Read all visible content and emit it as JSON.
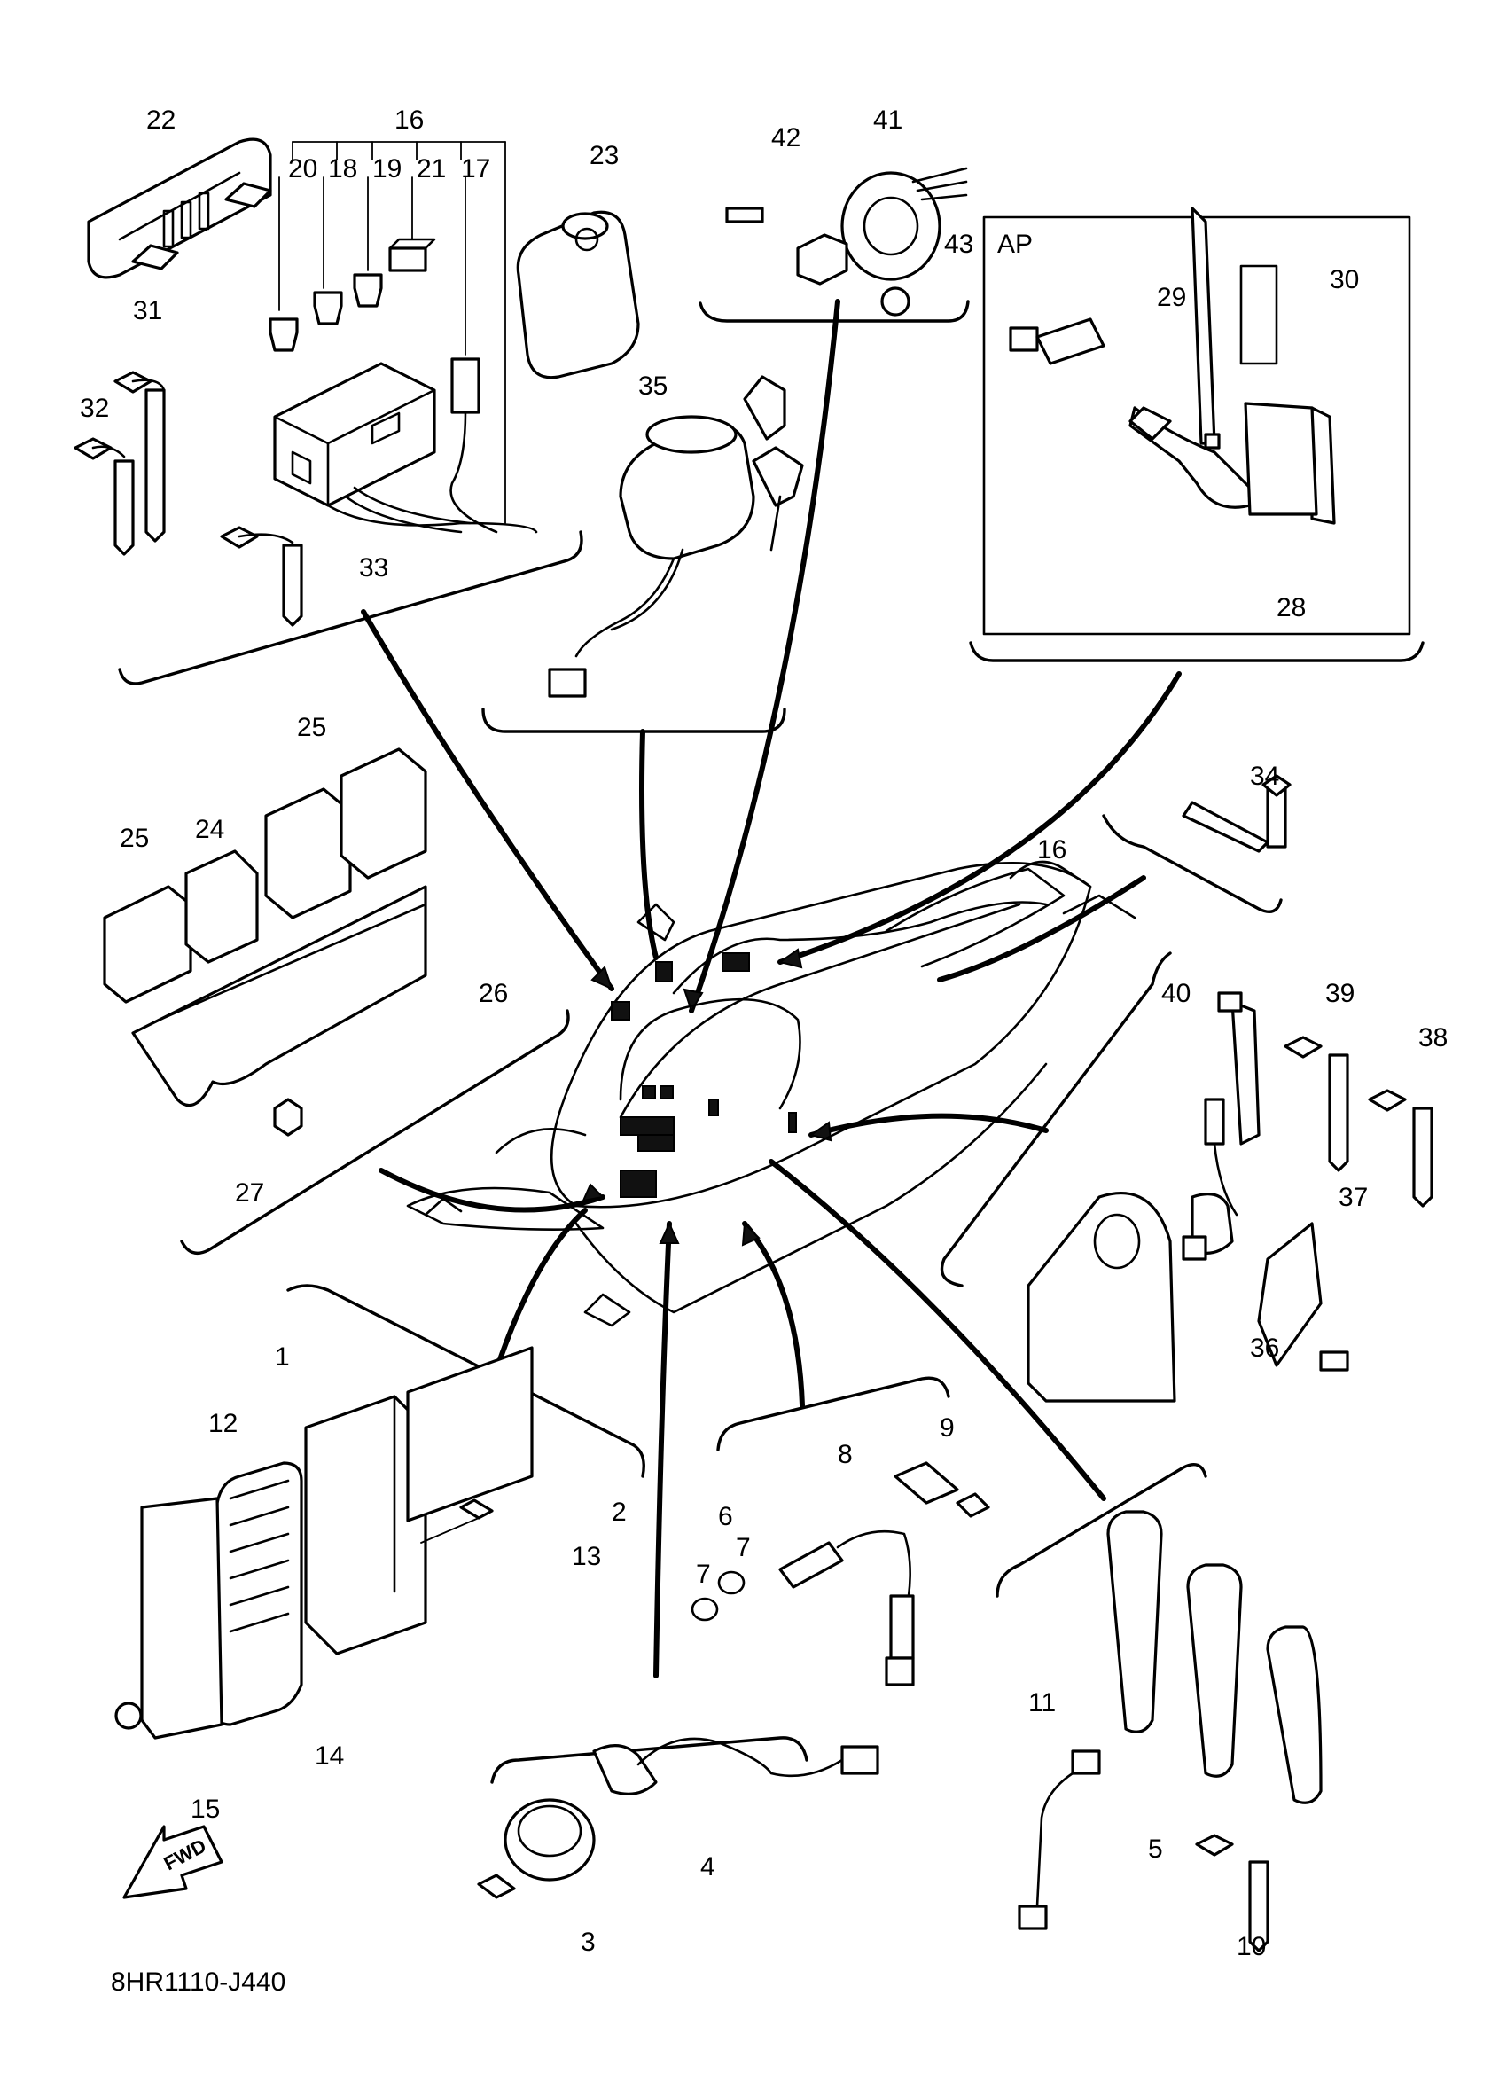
{
  "catalog_code": "8HR1110-J440",
  "forward_label": "FWD",
  "optional_group_label": "AP",
  "callouts": [
    {
      "id": "c1",
      "label": "1"
    },
    {
      "id": "c2",
      "label": "2"
    },
    {
      "id": "c3",
      "label": "3"
    },
    {
      "id": "c4",
      "label": "4"
    },
    {
      "id": "c5",
      "label": "5"
    },
    {
      "id": "c6",
      "label": "6"
    },
    {
      "id": "c7a",
      "label": "7"
    },
    {
      "id": "c7b",
      "label": "7"
    },
    {
      "id": "c8",
      "label": "8"
    },
    {
      "id": "c9",
      "label": "9"
    },
    {
      "id": "c10",
      "label": "10"
    },
    {
      "id": "c11",
      "label": "11"
    },
    {
      "id": "c12",
      "label": "12"
    },
    {
      "id": "c13",
      "label": "13"
    },
    {
      "id": "c14",
      "label": "14"
    },
    {
      "id": "c15",
      "label": "15"
    },
    {
      "id": "c16a",
      "label": "16"
    },
    {
      "id": "c16b",
      "label": "16"
    },
    {
      "id": "c17",
      "label": "17"
    },
    {
      "id": "c18",
      "label": "18"
    },
    {
      "id": "c19",
      "label": "19"
    },
    {
      "id": "c20",
      "label": "20"
    },
    {
      "id": "c21",
      "label": "21"
    },
    {
      "id": "c22",
      "label": "22"
    },
    {
      "id": "c23",
      "label": "23"
    },
    {
      "id": "c24",
      "label": "24"
    },
    {
      "id": "c25a",
      "label": "25"
    },
    {
      "id": "c25b",
      "label": "25"
    },
    {
      "id": "c26",
      "label": "26"
    },
    {
      "id": "c27",
      "label": "27"
    },
    {
      "id": "c28",
      "label": "28"
    },
    {
      "id": "c29",
      "label": "29"
    },
    {
      "id": "c30",
      "label": "30"
    },
    {
      "id": "c31",
      "label": "31"
    },
    {
      "id": "c32",
      "label": "32"
    },
    {
      "id": "c33",
      "label": "33"
    },
    {
      "id": "c34",
      "label": "34"
    },
    {
      "id": "c35",
      "label": "35"
    },
    {
      "id": "c36",
      "label": "36"
    },
    {
      "id": "c37",
      "label": "37"
    },
    {
      "id": "c38",
      "label": "38"
    },
    {
      "id": "c39",
      "label": "39"
    },
    {
      "id": "c40",
      "label": "40"
    },
    {
      "id": "c41",
      "label": "41"
    },
    {
      "id": "c42",
      "label": "42"
    },
    {
      "id": "c43",
      "label": "43"
    }
  ]
}
